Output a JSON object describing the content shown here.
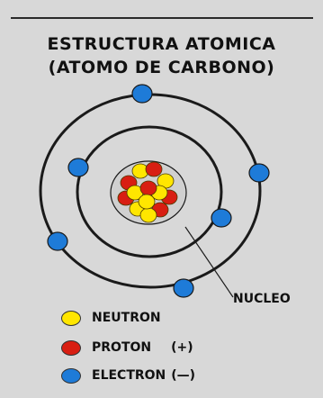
{
  "title": {
    "line1": "ESTRUCTURA ATOMICA",
    "line2": "(ATOMO DE CARBONO)"
  },
  "nucleus_label": "NUCLEO",
  "legend": [
    {
      "label": "NEUTRON",
      "charge": "",
      "color": "#ffe600"
    },
    {
      "label": "PROTON",
      "charge": "(+)",
      "color": "#d81e12"
    },
    {
      "label": "ELECTRON",
      "charge": "(—)",
      "color": "#1e7bd8"
    }
  ],
  "colors": {
    "background": "#d8d8d8",
    "orbit": "#1a1a1a",
    "neutron": "#ffe600",
    "proton": "#d81e12",
    "electron": "#1e7bd8"
  }
}
